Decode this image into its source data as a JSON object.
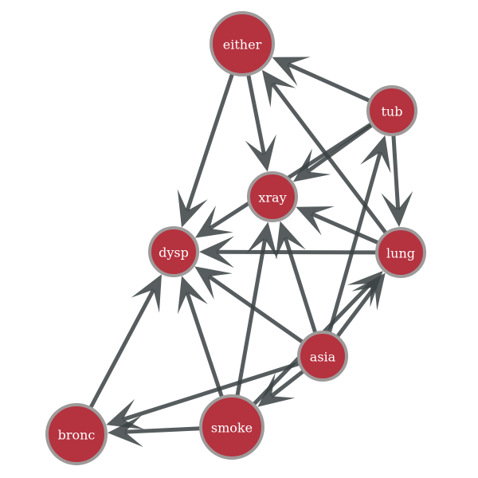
{
  "graph": {
    "node_fill": "#b5323f",
    "node_stroke": "#9e9a9a",
    "edge_color": "#3b4245",
    "label_color": "#ffffff",
    "nodes": [
      {
        "id": "either",
        "label": "either"
      },
      {
        "id": "tub",
        "label": "tub"
      },
      {
        "id": "xray",
        "label": "xray"
      },
      {
        "id": "dysp",
        "label": "dysp"
      },
      {
        "id": "lung",
        "label": "lung"
      },
      {
        "id": "asia",
        "label": "asia"
      },
      {
        "id": "smoke",
        "label": "smoke"
      },
      {
        "id": "bronc",
        "label": "bronc"
      }
    ],
    "edges": [
      {
        "from": "either",
        "to": "dysp"
      },
      {
        "from": "either",
        "to": "xray"
      },
      {
        "from": "tub",
        "to": "either"
      },
      {
        "from": "tub",
        "to": "xray"
      },
      {
        "from": "tub",
        "to": "dysp"
      },
      {
        "from": "tub",
        "to": "lung"
      },
      {
        "from": "lung",
        "to": "either"
      },
      {
        "from": "lung",
        "to": "xray"
      },
      {
        "from": "lung",
        "to": "dysp"
      },
      {
        "from": "asia",
        "to": "xray"
      },
      {
        "from": "asia",
        "to": "dysp"
      },
      {
        "from": "asia",
        "to": "tub"
      },
      {
        "from": "asia",
        "to": "lung"
      },
      {
        "from": "asia",
        "to": "smoke"
      },
      {
        "from": "asia",
        "to": "bronc"
      },
      {
        "from": "smoke",
        "to": "dysp"
      },
      {
        "from": "smoke",
        "to": "xray"
      },
      {
        "from": "smoke",
        "to": "lung"
      },
      {
        "from": "smoke",
        "to": "bronc"
      },
      {
        "from": "bronc",
        "to": "dysp"
      }
    ]
  }
}
